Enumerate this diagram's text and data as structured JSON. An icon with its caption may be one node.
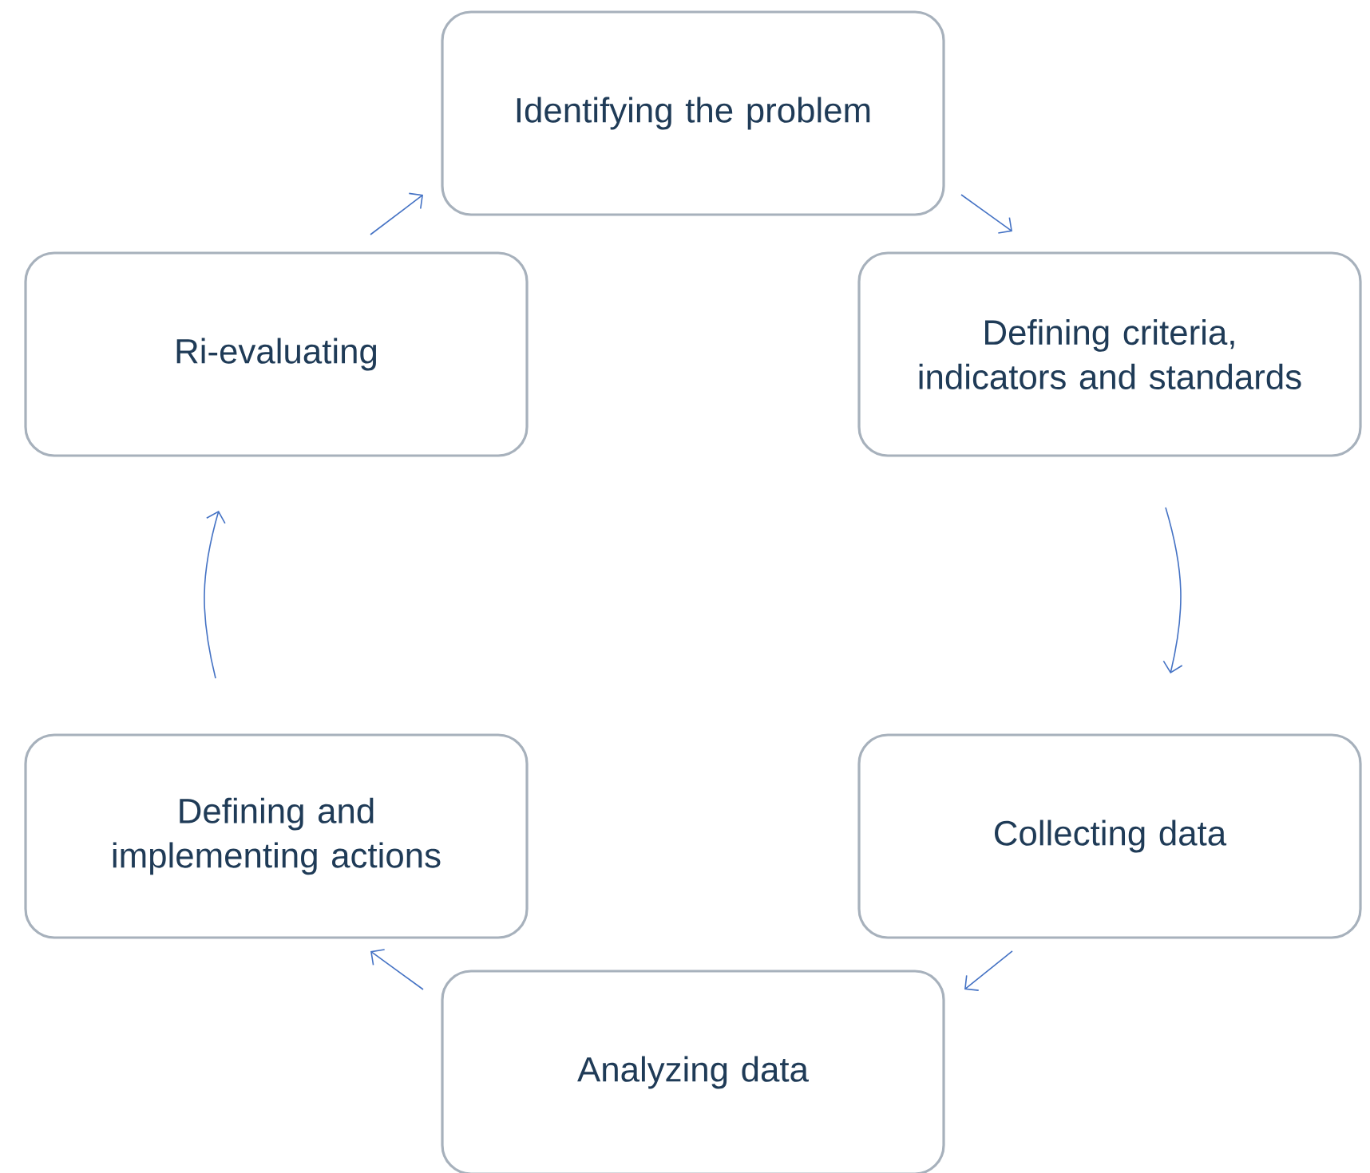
{
  "diagram": {
    "nodes": [
      {
        "text": [
          "Identifying the problem"
        ]
      },
      {
        "text": [
          "Defining criteria, indicators and standards"
        ]
      },
      {
        "text": [
          "Collecting data"
        ]
      },
      {
        "text": [
          "Analyzing data"
        ]
      },
      {
        "text": [
          "Defining and implementing actions"
        ]
      },
      {
        "text": [
          "Ri-evaluating"
        ]
      }
    ],
    "edges": [
      {
        "from": 0,
        "to": 1,
        "arrow": "to"
      },
      {
        "from": 1,
        "to": 2,
        "arrow": "to"
      },
      {
        "from": 2,
        "to": 3,
        "arrow": "to"
      },
      {
        "from": 3,
        "to": 4,
        "arrow": "to"
      },
      {
        "from": 4,
        "to": 5,
        "arrow": "to"
      },
      {
        "from": 5,
        "to": 0,
        "arrow": "to"
      }
    ]
  }
}
